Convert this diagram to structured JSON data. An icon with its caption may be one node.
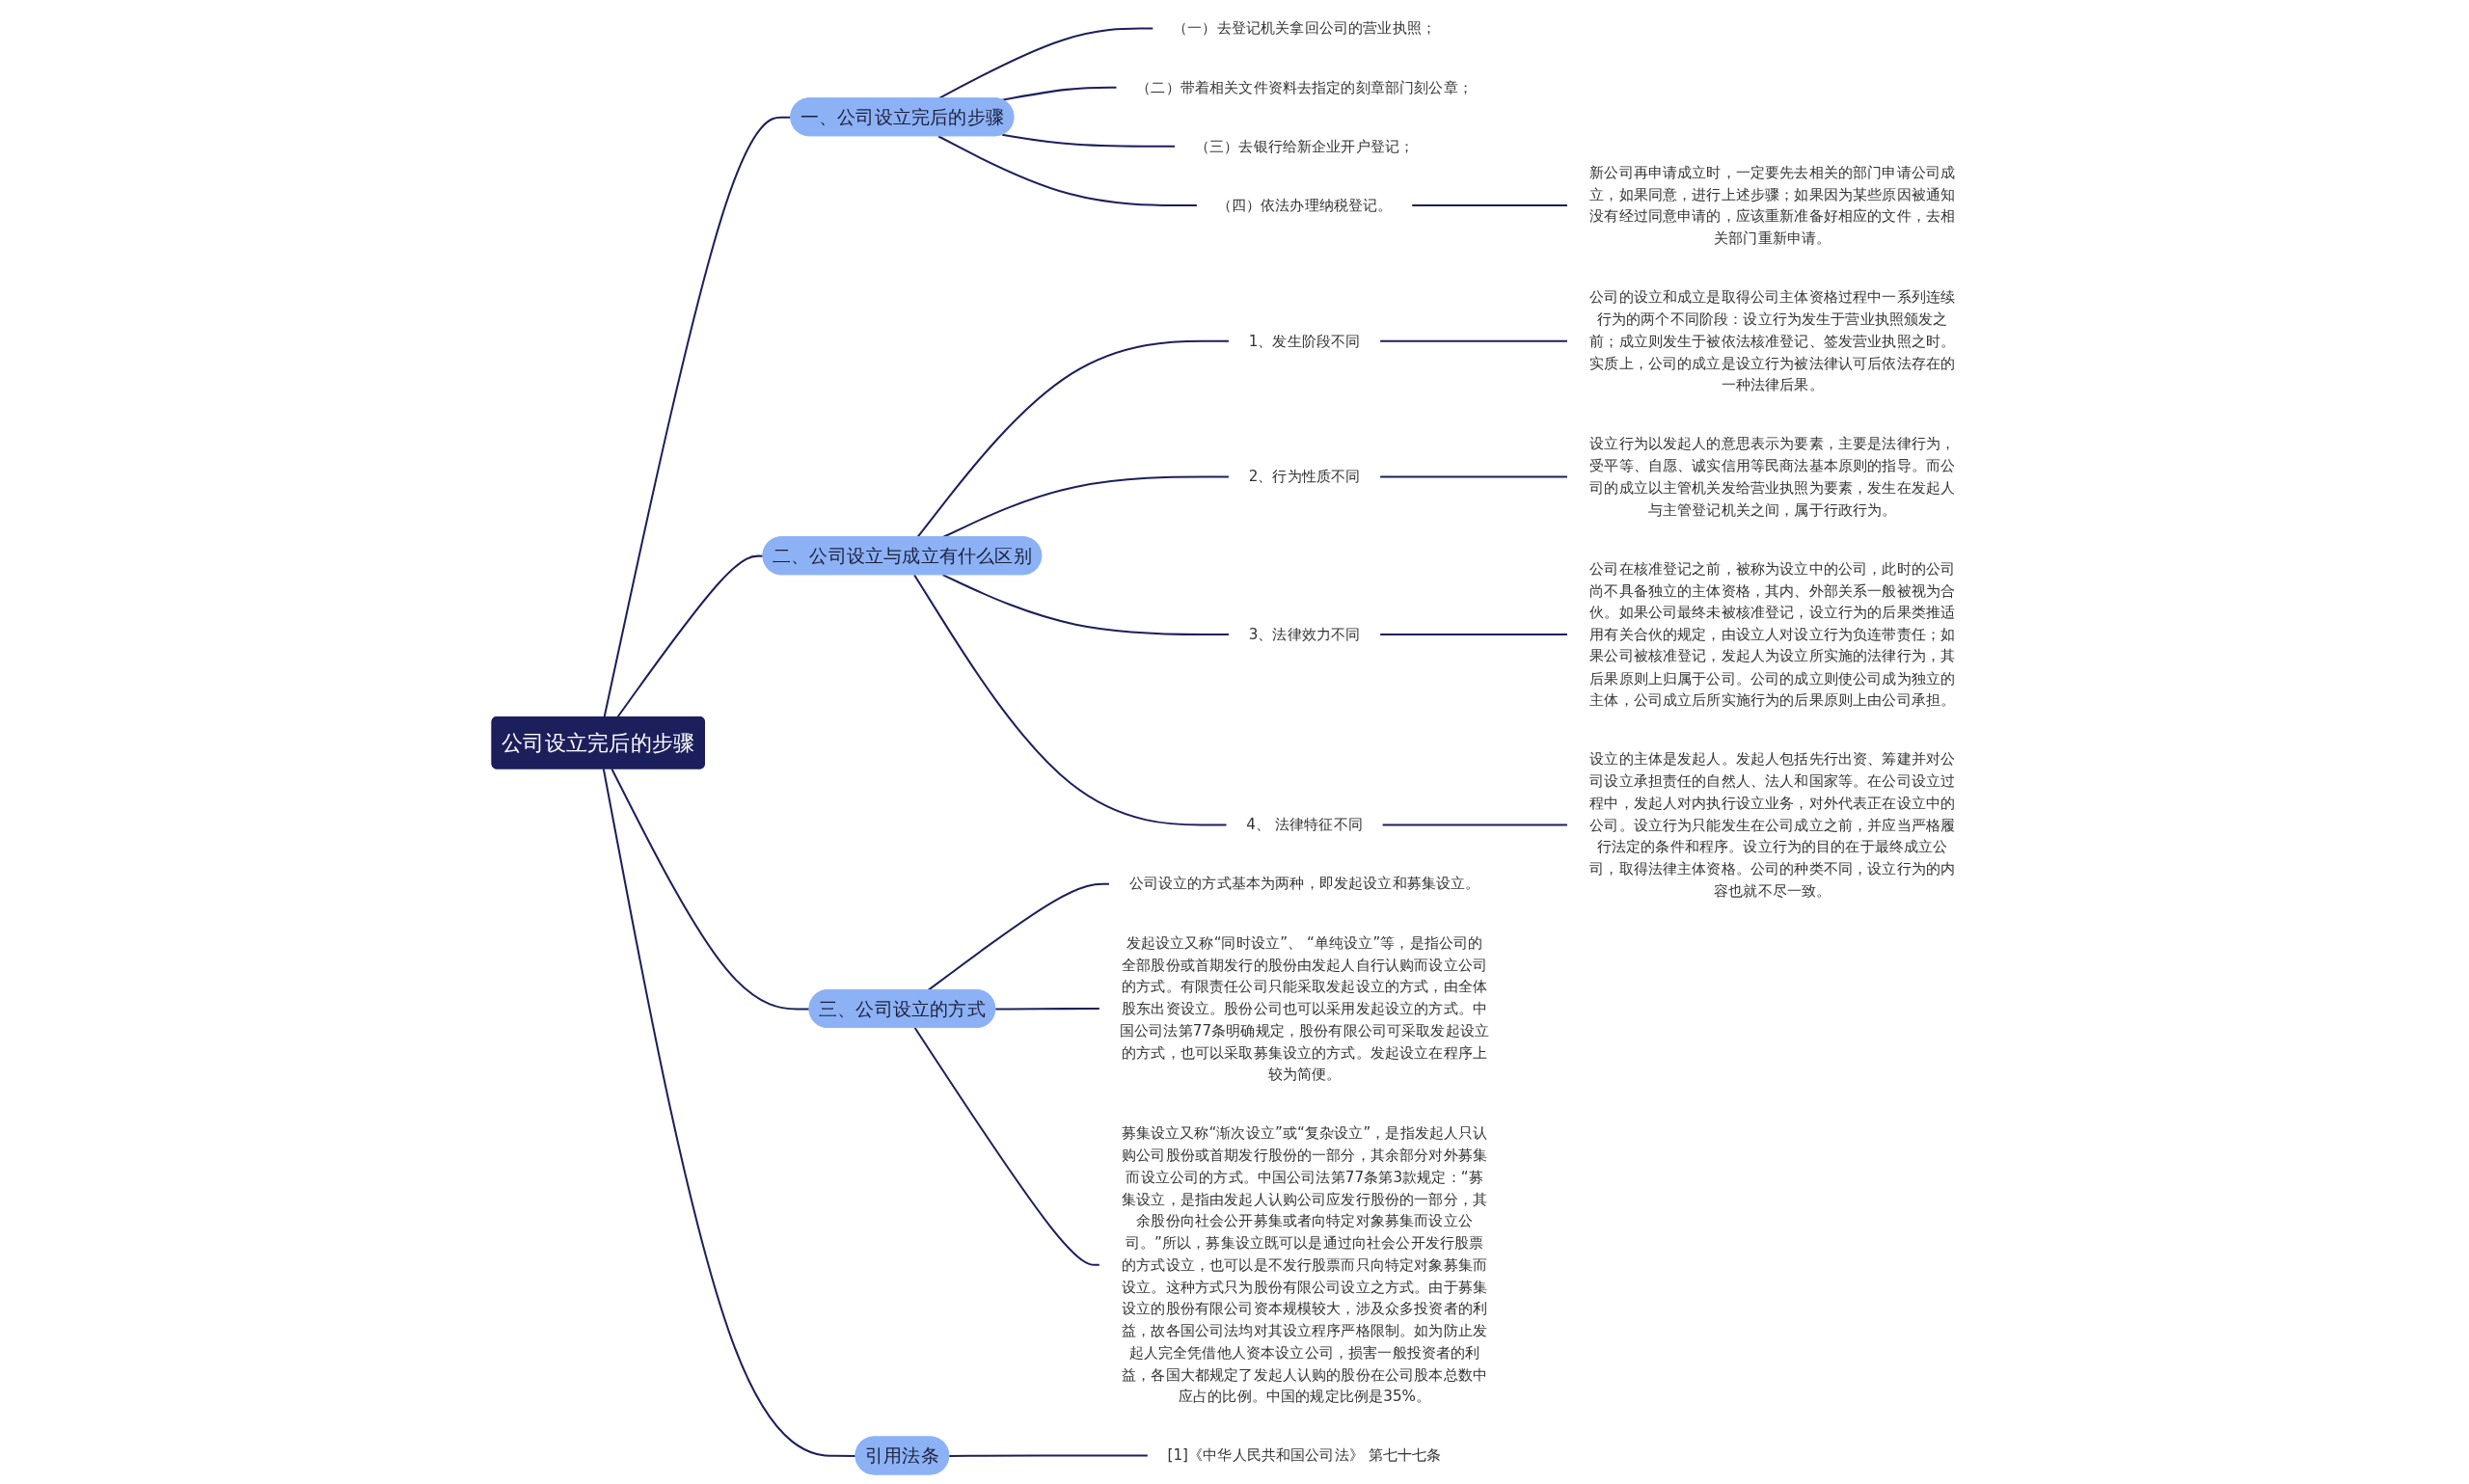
{
  "diagram": {
    "nodes": [
      {
        "text": [
          "公司设立完后的步骤"
        ]
      },
      {
        "text": [
          "一、公司设立完后的步骤"
        ]
      },
      {
        "text": [
          "（一）去登记机关拿回公司的营业执照；"
        ]
      },
      {
        "text": [
          "（二）带着相关文件资料去指定的刻章部门刻公章；"
        ]
      },
      {
        "text": [
          "（三）去银行给新企业开户登记；"
        ]
      },
      {
        "text": [
          "（四）依法办理纳税登记。"
        ]
      },
      {
        "text": [
          "新公司再申请成立时，一定要先去相关的部门申请公司成立，如果同意，进行上述步骤；如果因为某些原因被通知没有经过同意申请的，应该重新准备好相应的文件，去相关部门重新申请。"
        ]
      },
      {
        "text": [
          "二、公司设立与成立有什么区别"
        ]
      },
      {
        "text": [
          "1、发生阶段不同"
        ]
      },
      {
        "text": [
          "公司的设立和成立是取得公司主体资格过程中一系列连续行为的两个不同阶段：设立行为发生于营业执照颁发之前；成立则发生于被依法核准登记、签发营业执照之时。实质上，公司的成立是设立行为被法律认可后依法存在的一种法律后果。"
        ]
      },
      {
        "text": [
          "2、行为性质不同"
        ]
      },
      {
        "text": [
          "设立行为以发起人的意思表示为要素，主要是法律行为，受平等、自愿、诚实信用等民商法基本原则的指导。而公司的成立以主管机关发给营业执照为要素，发生在发起人与主管登记机关之间，属于行政行为。"
        ]
      },
      {
        "text": [
          "3、法律效力不同"
        ]
      },
      {
        "text": [
          "公司在核准登记之前，被称为设立中的公司，此时的公司尚不具备独立的主体资格，其内、外部关系一般被视为合伙。如果公司最终未被核准登记，设立行为的后果类推适用有关合伙的规定，由设立人对设立行为负连带责任；如果公司被核准登记，发起人为设立所实施的法律行为，其后果原则上归属于公司。公司的成立则使公司成为独立的主体，公司成立后所实施行为的后果原则上由公司承担。"
        ]
      },
      {
        "text": [
          "4、 法律特征不同"
        ]
      },
      {
        "text": [
          "设立的主体是发起人。发起人包括先行出资、筹建并对公司设立承担责任的自然人、法人和国家等。在公司设立过程中，发起人对内执行设立业务，对外代表正在设立中的公司。设立行为只能发生在公司成立之前，并应当严格履行法定的条件和程序。设立行为的目的在于最终成立公司，取得法律主体资格。公司的种类不同，设立行为的内容也就不尽一致。"
        ]
      },
      {
        "text": [
          "三、公司设立的方式"
        ]
      },
      {
        "text": [
          "公司设立的方式基本为两种，即发起设立和募集设立。"
        ]
      },
      {
        "text": [
          "发起设立又称“同时设立”、 “单纯设立”等，是指公司的全部股份或首期发行的股份由发起人自行认购而设立公司的方式。有限责任公司只能采取发起设立的方式，由全体股东出资设立。股份公司也可以采用发起设立的方式。中国公司法第77条明确规定，股份有限公司可采取发起设立的方式，也可以采取募集设立的方式。发起设立在程序上较为简便。"
        ]
      },
      {
        "text": [
          "募集设立又称“渐次设立”或“复杂设立”，是指发起人只认购公司股份或首期发行股份的一部分，其余部分对外募集而设立公司的方式。中国公司法第77条第3款规定：“募集设立，是指由发起人认购公司应发行股份的一部分，其余股份向社会公开募集或者向特定对象募集而设立公司。”所以，募集设立既可以是通过向社会公开发行股票的方式设立，也可以是不发行股票而只向特定对象募集而设立。这种方式只为股份有限公司设立之方式。由于募集设立的股份有限公司资本规模较大，涉及众多投资者的利益，故各国公司法均对其设立程序严格限制。如为防止发起人完全凭借他人资本设立公司，损害一般投资者的利益，各国大都规定了发起人认购的股份在公司股本总数中应占的比例。中国的规定比例是35%。"
        ]
      },
      {
        "text": [
          "引用法条"
        ]
      },
      {
        "text": [
          "[1]《中华人民共和国公司法》 第七十七条"
        ]
      }
    ],
    "edges": [
      {
        "from": 0,
        "to": 1,
        "arrow": "none"
      },
      {
        "from": 1,
        "to": 2,
        "arrow": "none"
      },
      {
        "from": 1,
        "to": 3,
        "arrow": "none"
      },
      {
        "from": 1,
        "to": 4,
        "arrow": "none"
      },
      {
        "from": 1,
        "to": 5,
        "arrow": "none"
      },
      {
        "from": 5,
        "to": 6,
        "arrow": "none"
      },
      {
        "from": 0,
        "to": 7,
        "arrow": "none"
      },
      {
        "from": 7,
        "to": 8,
        "arrow": "none"
      },
      {
        "from": 8,
        "to": 9,
        "arrow": "none"
      },
      {
        "from": 7,
        "to": 10,
        "arrow": "none"
      },
      {
        "from": 10,
        "to": 11,
        "arrow": "none"
      },
      {
        "from": 7,
        "to": 12,
        "arrow": "none"
      },
      {
        "from": 12,
        "to": 13,
        "arrow": "none"
      },
      {
        "from": 7,
        "to": 14,
        "arrow": "none"
      },
      {
        "from": 14,
        "to": 15,
        "arrow": "none"
      },
      {
        "from": 0,
        "to": 16,
        "arrow": "none"
      },
      {
        "from": 16,
        "to": 17,
        "arrow": "none"
      },
      {
        "from": 16,
        "to": 18,
        "arrow": "none"
      },
      {
        "from": 16,
        "to": 19,
        "arrow": "none"
      },
      {
        "from": 0,
        "to": 20,
        "arrow": "none"
      },
      {
        "from": 20,
        "to": 21,
        "arrow": "none"
      }
    ]
  }
}
